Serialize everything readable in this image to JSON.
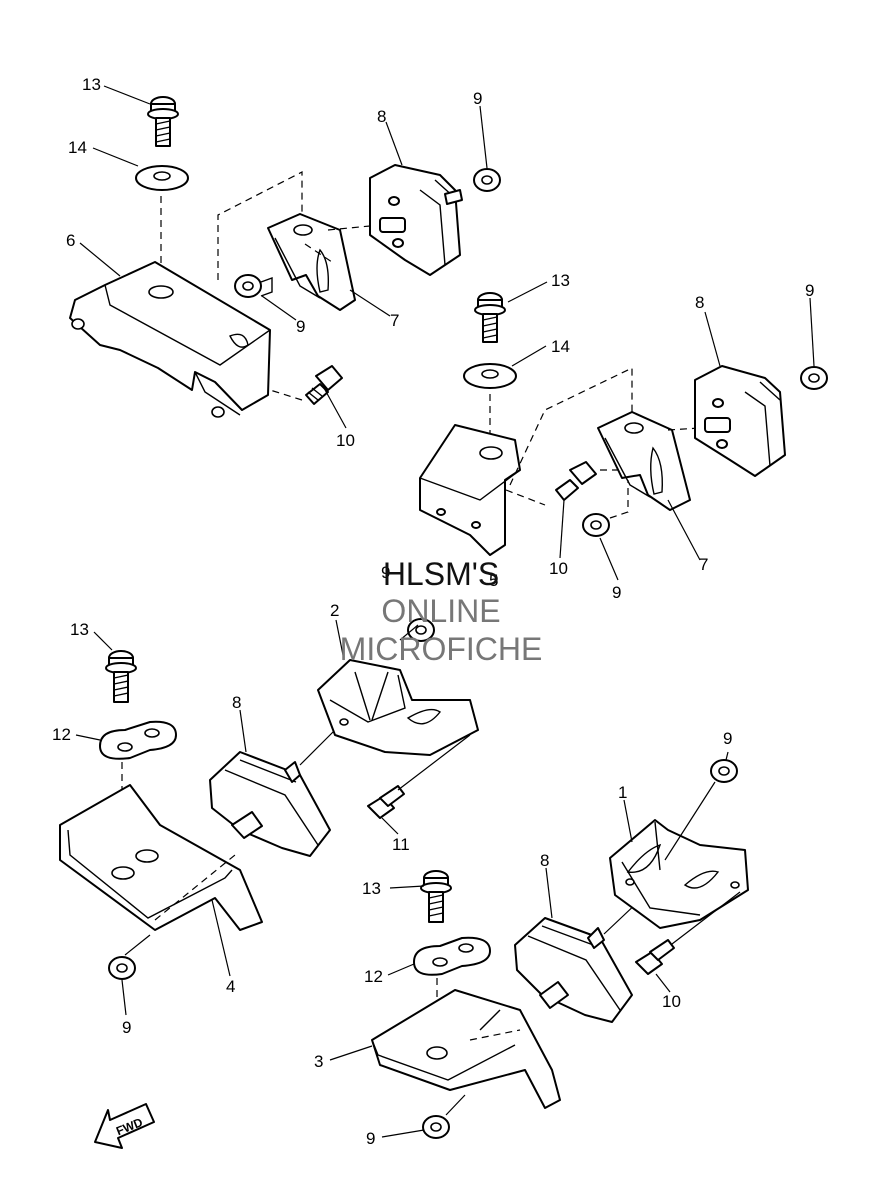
{
  "watermark": {
    "line1": "HLSM'S",
    "line2": "ONLINE",
    "line3": "MICROFICHE",
    "colors": {
      "line1": "#111111",
      "line2": "#777777",
      "line3": "#777777"
    }
  },
  "fwd_arrow": {
    "label": "FWD"
  },
  "callouts": [
    {
      "id": "c13a",
      "text": "13"
    },
    {
      "id": "c14a",
      "text": "14"
    },
    {
      "id": "c6",
      "text": "6"
    },
    {
      "id": "c8a",
      "text": "8"
    },
    {
      "id": "c9a",
      "text": "9"
    },
    {
      "id": "c9b",
      "text": "9"
    },
    {
      "id": "c7a",
      "text": "7"
    },
    {
      "id": "c10a",
      "text": "10"
    },
    {
      "id": "c13b",
      "text": "13"
    },
    {
      "id": "c14b",
      "text": "14"
    },
    {
      "id": "c8b",
      "text": "8"
    },
    {
      "id": "c9c",
      "text": "9"
    },
    {
      "id": "c10b",
      "text": "10"
    },
    {
      "id": "c9d",
      "text": "9"
    },
    {
      "id": "c7b",
      "text": "7"
    },
    {
      "id": "c5",
      "text": "5"
    },
    {
      "id": "c9e",
      "text": "9"
    },
    {
      "id": "c2",
      "text": "2"
    },
    {
      "id": "c13c",
      "text": "13"
    },
    {
      "id": "c12a",
      "text": "12"
    },
    {
      "id": "c8c",
      "text": "8"
    },
    {
      "id": "c11",
      "text": "11"
    },
    {
      "id": "c4",
      "text": "4"
    },
    {
      "id": "c9f",
      "text": "9"
    },
    {
      "id": "c1",
      "text": "1"
    },
    {
      "id": "c9g",
      "text": "9"
    },
    {
      "id": "c8d",
      "text": "8"
    },
    {
      "id": "c13d",
      "text": "13"
    },
    {
      "id": "c12b",
      "text": "12"
    },
    {
      "id": "c10c",
      "text": "10"
    },
    {
      "id": "c3",
      "text": "3"
    },
    {
      "id": "c9h",
      "text": "9"
    }
  ]
}
